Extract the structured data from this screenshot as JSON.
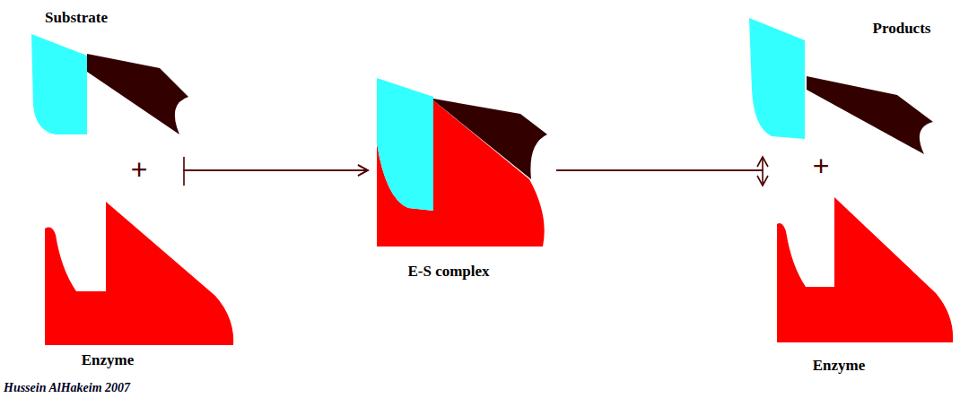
{
  "diagram": {
    "nodes": [
      {
        "text": [
          "Substrate"
        ]
      },
      {
        "text": [
          "Enzyme"
        ]
      },
      {
        "text": [
          "E-S complex"
        ]
      },
      {
        "text": [
          "Products"
        ]
      },
      {
        "text": [
          "Enzyme"
        ]
      }
    ],
    "edges": [
      {
        "from": 0,
        "to": 2,
        "arrow": "to"
      },
      {
        "from": 1,
        "to": 2,
        "arrow": "to"
      },
      {
        "from": 2,
        "to": 3,
        "arrow": "to"
      },
      {
        "from": 2,
        "to": 4,
        "arrow": "to"
      }
    ],
    "labels": [
      "+",
      "+",
      "Hussein AlHakeim 2007"
    ]
  }
}
